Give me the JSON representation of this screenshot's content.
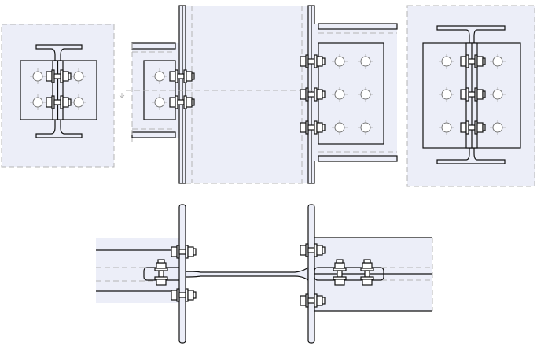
{
  "colors": {
    "steel_fill": "#eceef8",
    "outline": "#111111",
    "hidden_line": "#b4b4b4"
  },
  "views": [
    {
      "name": "end-view-left"
    },
    {
      "name": "side-view-left-connection"
    },
    {
      "name": "side-view-right-connection"
    },
    {
      "name": "end-view-right"
    },
    {
      "name": "plan-view"
    }
  ]
}
